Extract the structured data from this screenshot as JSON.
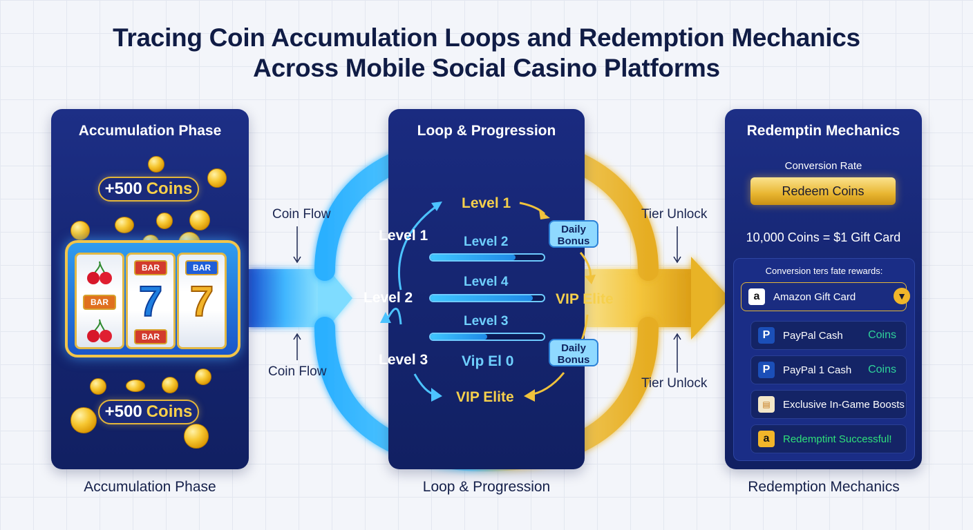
{
  "header": {
    "title_line1": "Tracing Coin Accumulation Loops and Redemption Mechanics",
    "title_line2": "Across Mobile Social Casino Platforms"
  },
  "panels": {
    "accumulation": {
      "title": "Accumulation Phase",
      "caption": "Accumulation Phase",
      "coin_badge_top": {
        "amount": "+500",
        "unit": "Coins"
      },
      "coin_badge_bottom": {
        "amount": "+500",
        "unit": "Coins"
      },
      "slot": {
        "bar": "BAR",
        "seven": "7"
      }
    },
    "loop": {
      "title": "Loop & Progression",
      "caption": "Loop & Progression",
      "levels_left": [
        "Level 1",
        "Level 2",
        "Level 3"
      ],
      "top_label": "Level 1",
      "bottom_label": "VIP Elite",
      "right_label": "VIP Elite",
      "center_rows": [
        {
          "label": "Level 2",
          "progress": 0.75
        },
        {
          "label": "Level 4",
          "progress": 0.9
        },
        {
          "label": "Level 3",
          "progress": 0.5
        }
      ],
      "center_bottom_label": "Vip El 0",
      "bubble_top": "Daily Bonus",
      "bubble_bottom": "Daily Bonus"
    },
    "redemption": {
      "title": "Redemptin Mechanics",
      "caption": "Redemption Mechanics",
      "conversion_rate_label": "Conversion Rate",
      "redeem_button": "Redeem Coins",
      "rate_text": "10,000 Coins = $1 Gift Card",
      "list_header": "Conversion ters fate rewards:",
      "rewards": [
        {
          "name": "Amazon Gift Card",
          "icon": "amazon-icon",
          "extra": ""
        },
        {
          "name": "PayPal Cash",
          "icon": "paypal-icon",
          "extra": "Coins"
        },
        {
          "name": "PayPal 1 Cash",
          "icon": "paypal-icon",
          "extra": "Coins"
        },
        {
          "name": "Exclusive In-Game Boosts",
          "icon": "boost-icon",
          "extra": ""
        },
        {
          "name": "Redemptint Successful!",
          "icon": "amazon-icon",
          "extra": ""
        }
      ]
    }
  },
  "connectors": {
    "left_top": "Coin Flow",
    "left_bottom": "Coin Flow",
    "right_top": "Tier Unlock",
    "right_bottom": "Tier Unlock"
  },
  "colors": {
    "panel": "#16277a",
    "flow_blue": "#35b8ff",
    "flow_gold": "#f0c23c",
    "success": "#2fe07a"
  }
}
